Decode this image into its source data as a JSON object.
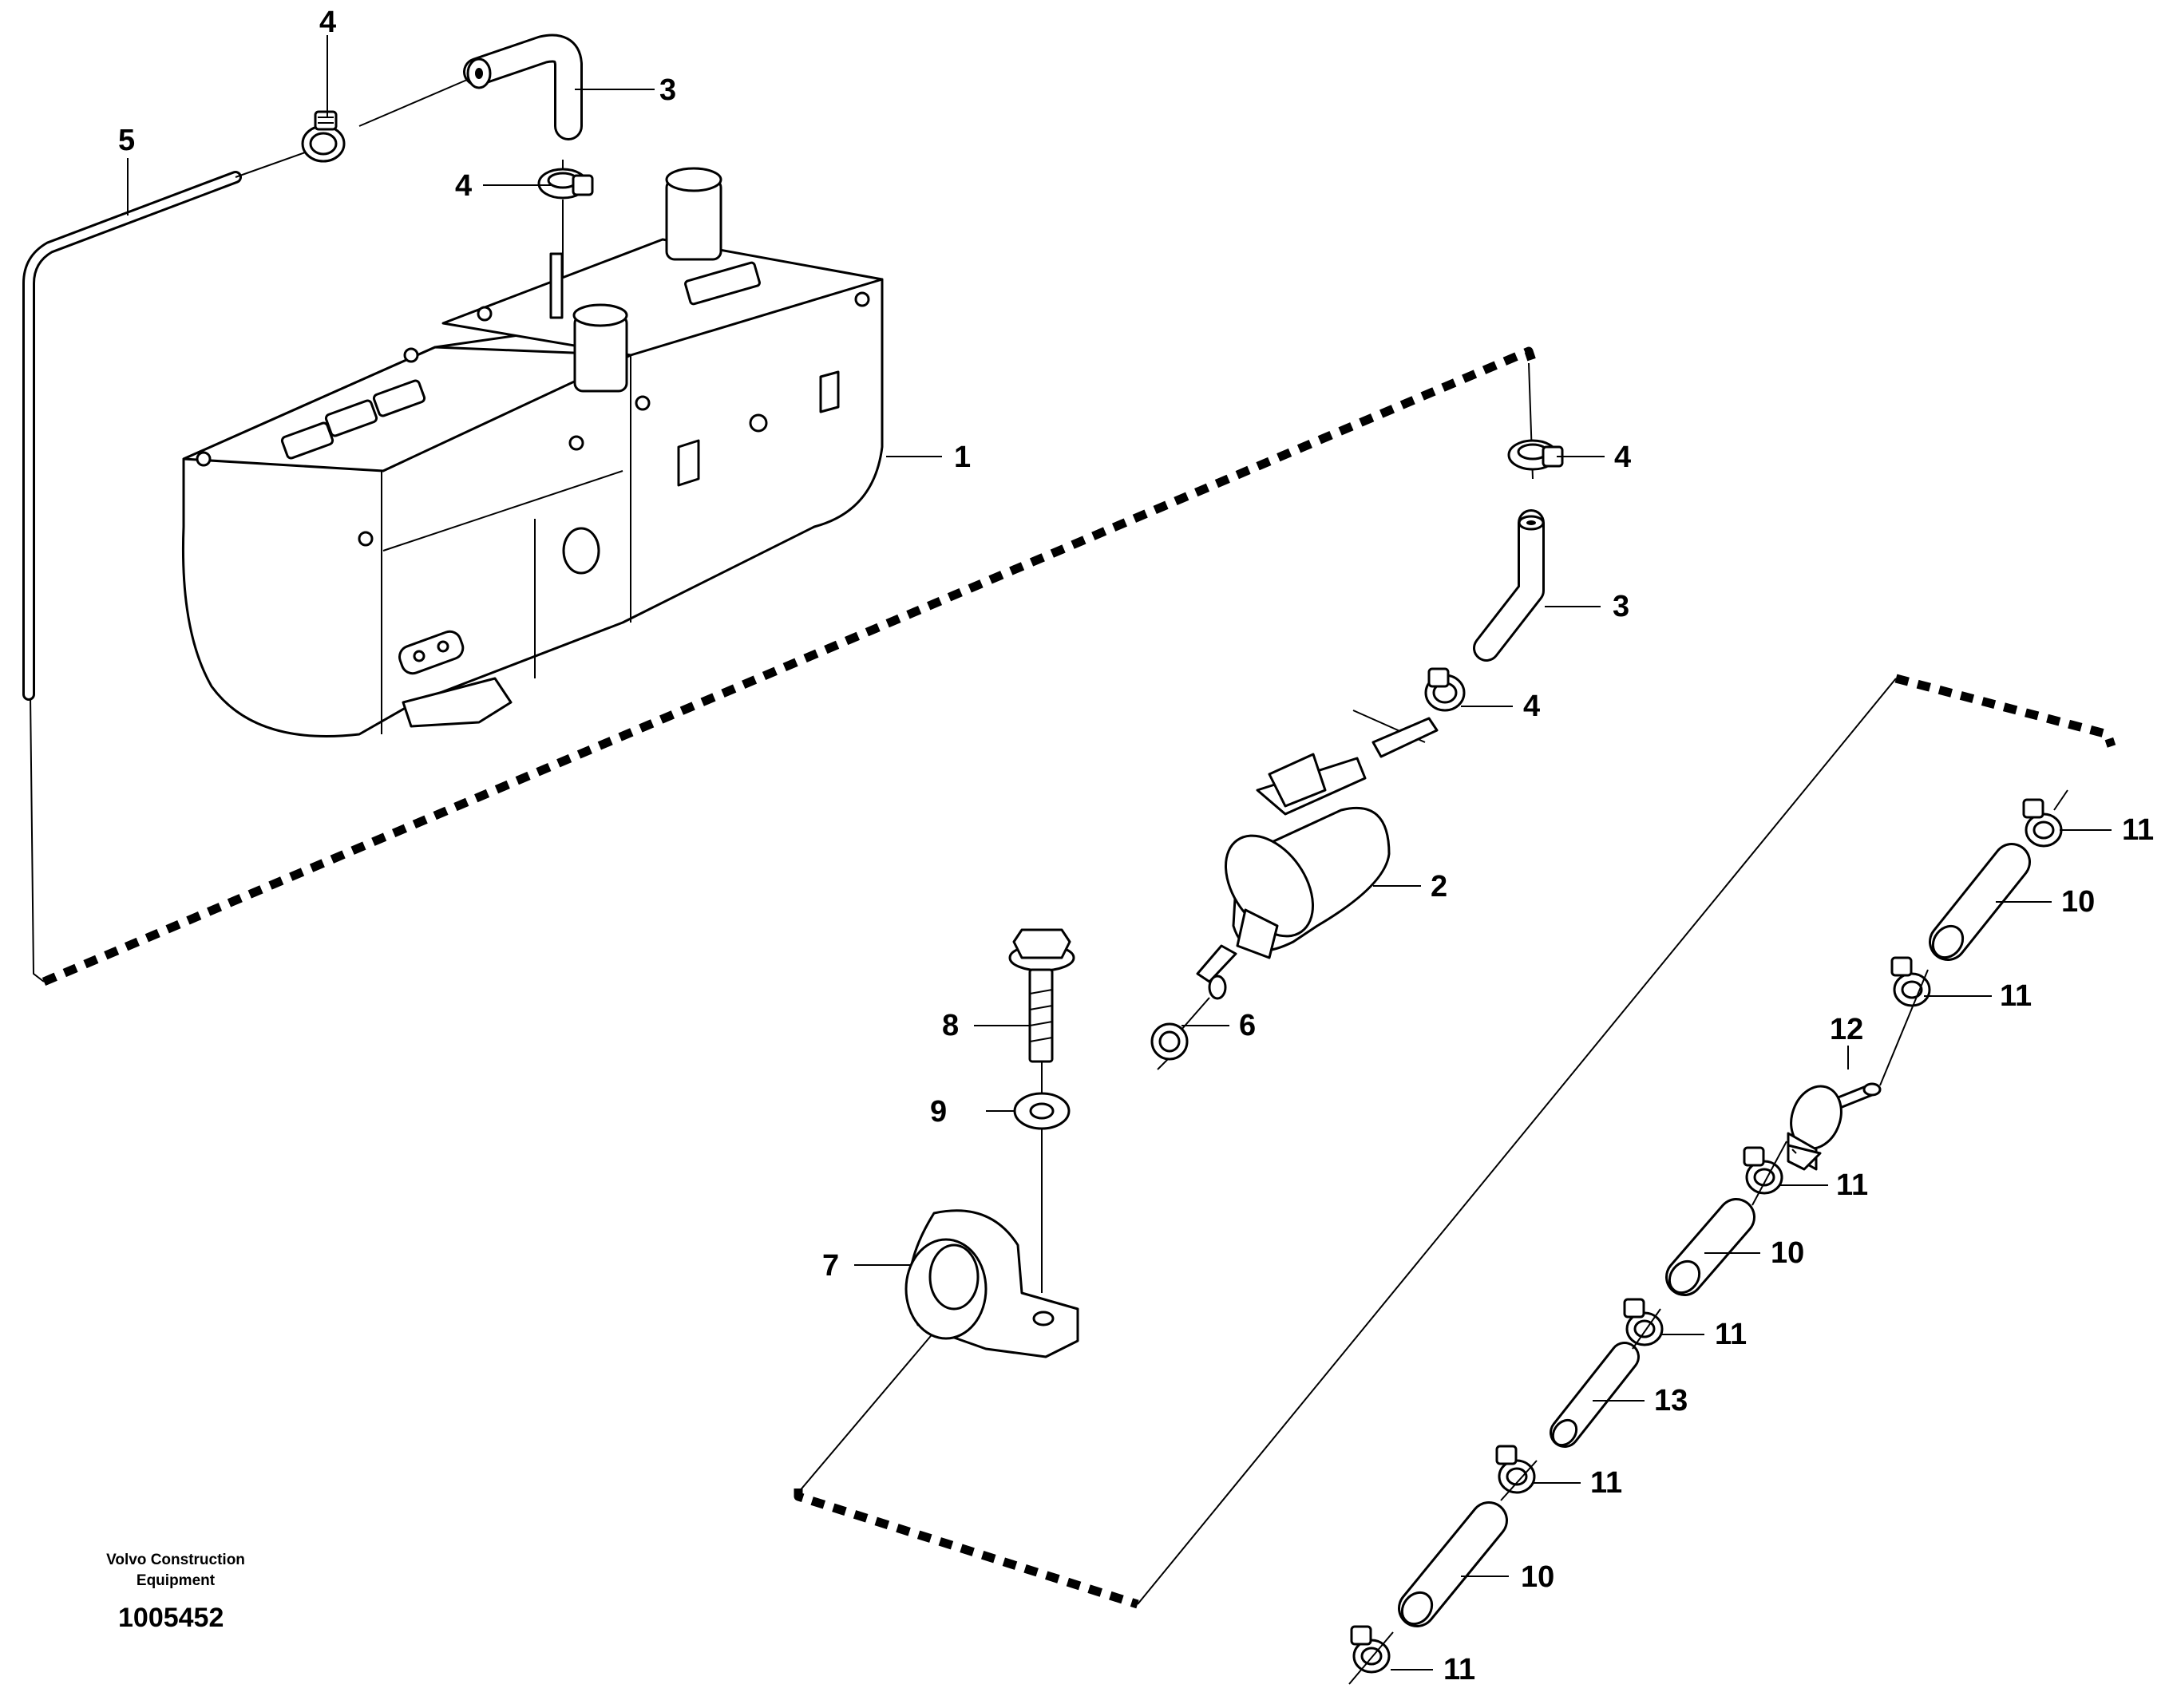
{
  "callouts": [
    {
      "id": "c1",
      "text": "1"
    },
    {
      "id": "c2",
      "text": "2"
    },
    {
      "id": "c3a",
      "text": "3"
    },
    {
      "id": "c3b",
      "text": "3"
    },
    {
      "id": "c4a",
      "text": "4"
    },
    {
      "id": "c4b",
      "text": "4"
    },
    {
      "id": "c4c",
      "text": "4"
    },
    {
      "id": "c4d",
      "text": "4"
    },
    {
      "id": "c5",
      "text": "5"
    },
    {
      "id": "c6",
      "text": "6"
    },
    {
      "id": "c7",
      "text": "7"
    },
    {
      "id": "c8",
      "text": "8"
    },
    {
      "id": "c9",
      "text": "9"
    },
    {
      "id": "c10a",
      "text": "10"
    },
    {
      "id": "c10b",
      "text": "10"
    },
    {
      "id": "c10c",
      "text": "10"
    },
    {
      "id": "c11a",
      "text": "11"
    },
    {
      "id": "c11b",
      "text": "11"
    },
    {
      "id": "c11c",
      "text": "11"
    },
    {
      "id": "c11d",
      "text": "11"
    },
    {
      "id": "c11e",
      "text": "11"
    },
    {
      "id": "c11f",
      "text": "11"
    },
    {
      "id": "c12",
      "text": "12"
    },
    {
      "id": "c13",
      "text": "13"
    }
  ],
  "footer": {
    "company_line1": "Volvo Construction",
    "company_line2": "Equipment",
    "drawing_number": "1005452"
  }
}
